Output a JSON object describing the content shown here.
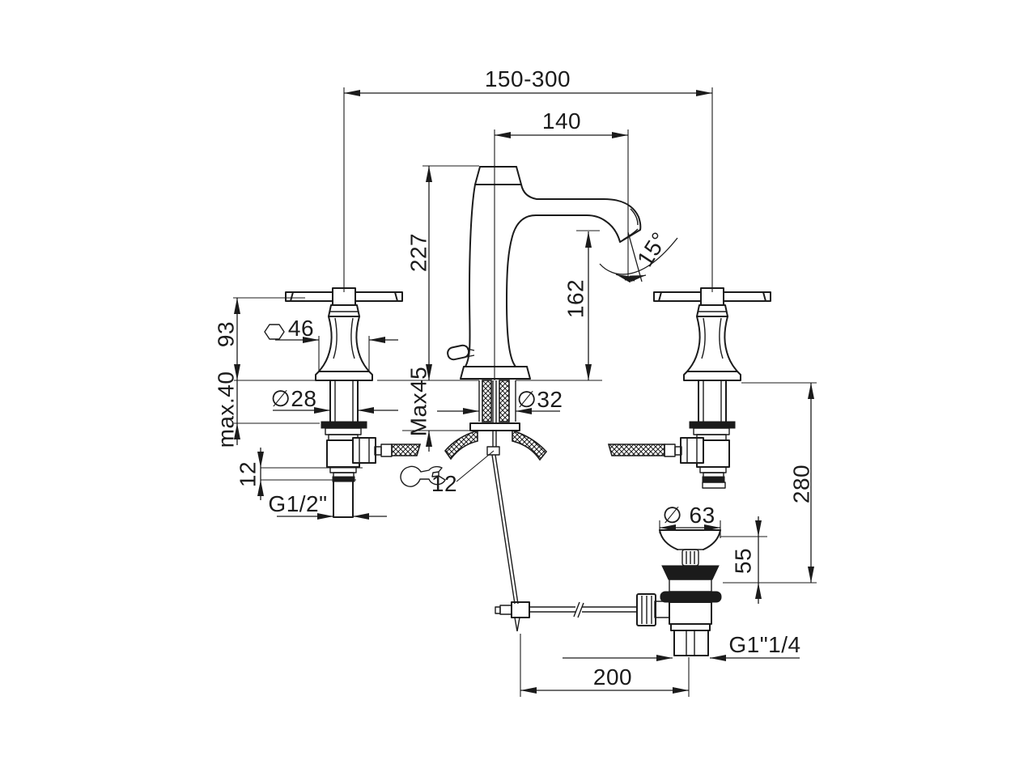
{
  "drawing": {
    "type": "technical-dimension-drawing",
    "subject": "3-hole basin mixer with cross handles and pop-up waste"
  },
  "labels": {
    "spread": "150-300",
    "spout_reach": "140",
    "body_height": "227",
    "spout_height": "162",
    "spout_angle": "15°",
    "handle_height": "93",
    "handle_hex": "46",
    "deck_max_left": "max.40",
    "valve_dia": "∅28",
    "deck_max_center": "Max45",
    "shank_dia": "∅32",
    "valve_collar": "12",
    "valve_thread": "G1/2\"",
    "wrench_size": "12",
    "install_height": "280",
    "waste_dia": "∅ 63",
    "waste_height": "55",
    "waste_thread": "G1\"1/4",
    "rod_offset": "200"
  }
}
